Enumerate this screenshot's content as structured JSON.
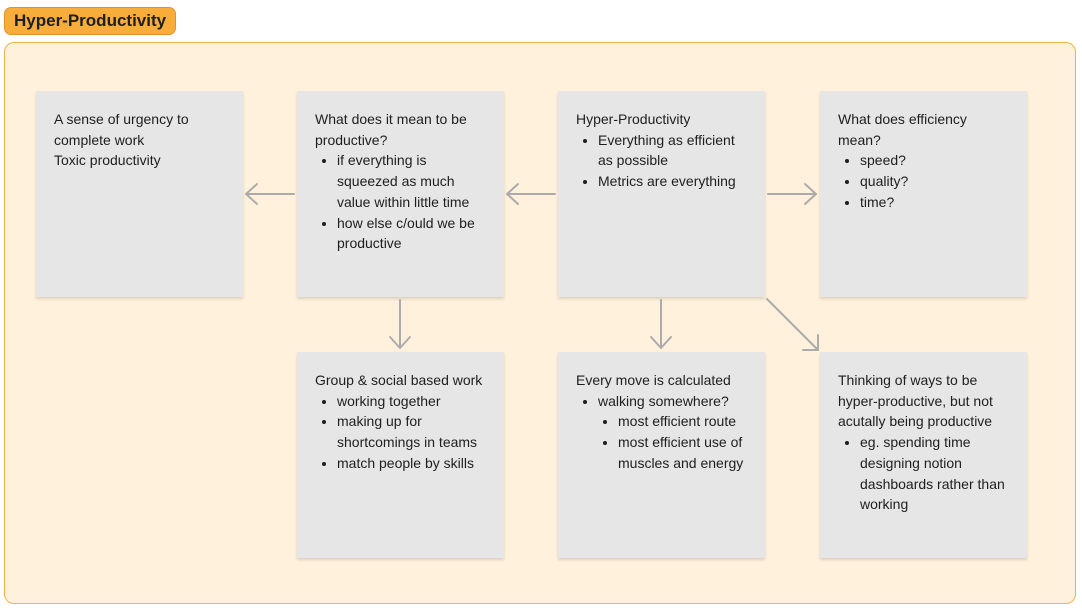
{
  "frame": {
    "title": "Hyper-Productivity"
  },
  "notes": {
    "urgency": {
      "lines": [
        "A sense of urgency to",
        "complete work",
        "Toxic productivity"
      ]
    },
    "productive": {
      "title": "What does it mean to be productive?",
      "bullets": [
        "if everything is squeezed as much value within little time",
        "how else c/ould we be productive"
      ]
    },
    "hyper": {
      "title": "Hyper-Productivity",
      "bullets": [
        "Everything as efficient as possible",
        "Metrics are everything"
      ]
    },
    "efficiency": {
      "title": "What does efficiency mean?",
      "bullets": [
        "speed?",
        "quality?",
        "time?"
      ]
    },
    "group": {
      "title": "Group & social based work",
      "bullets": [
        "working together",
        "making up for shortcomings in teams",
        "match people by skills"
      ]
    },
    "move": {
      "title": "Every move is calculated",
      "bullet": "walking somewhere?",
      "sub_bullets": [
        "most efficient route",
        "most efficient use of muscles and energy"
      ]
    },
    "thinking": {
      "title": "Thinking of ways to be hyper-productive, but not acutally being productive",
      "bullets": [
        "eg. spending time designing notion dashboards rather than working"
      ]
    }
  },
  "colors": {
    "frame_fill": "#fff1dc",
    "frame_border": "#f3b24e",
    "label_fill": "#f8ad3a",
    "note_fill": "#e6e6e6",
    "arrow": "#ababab"
  }
}
